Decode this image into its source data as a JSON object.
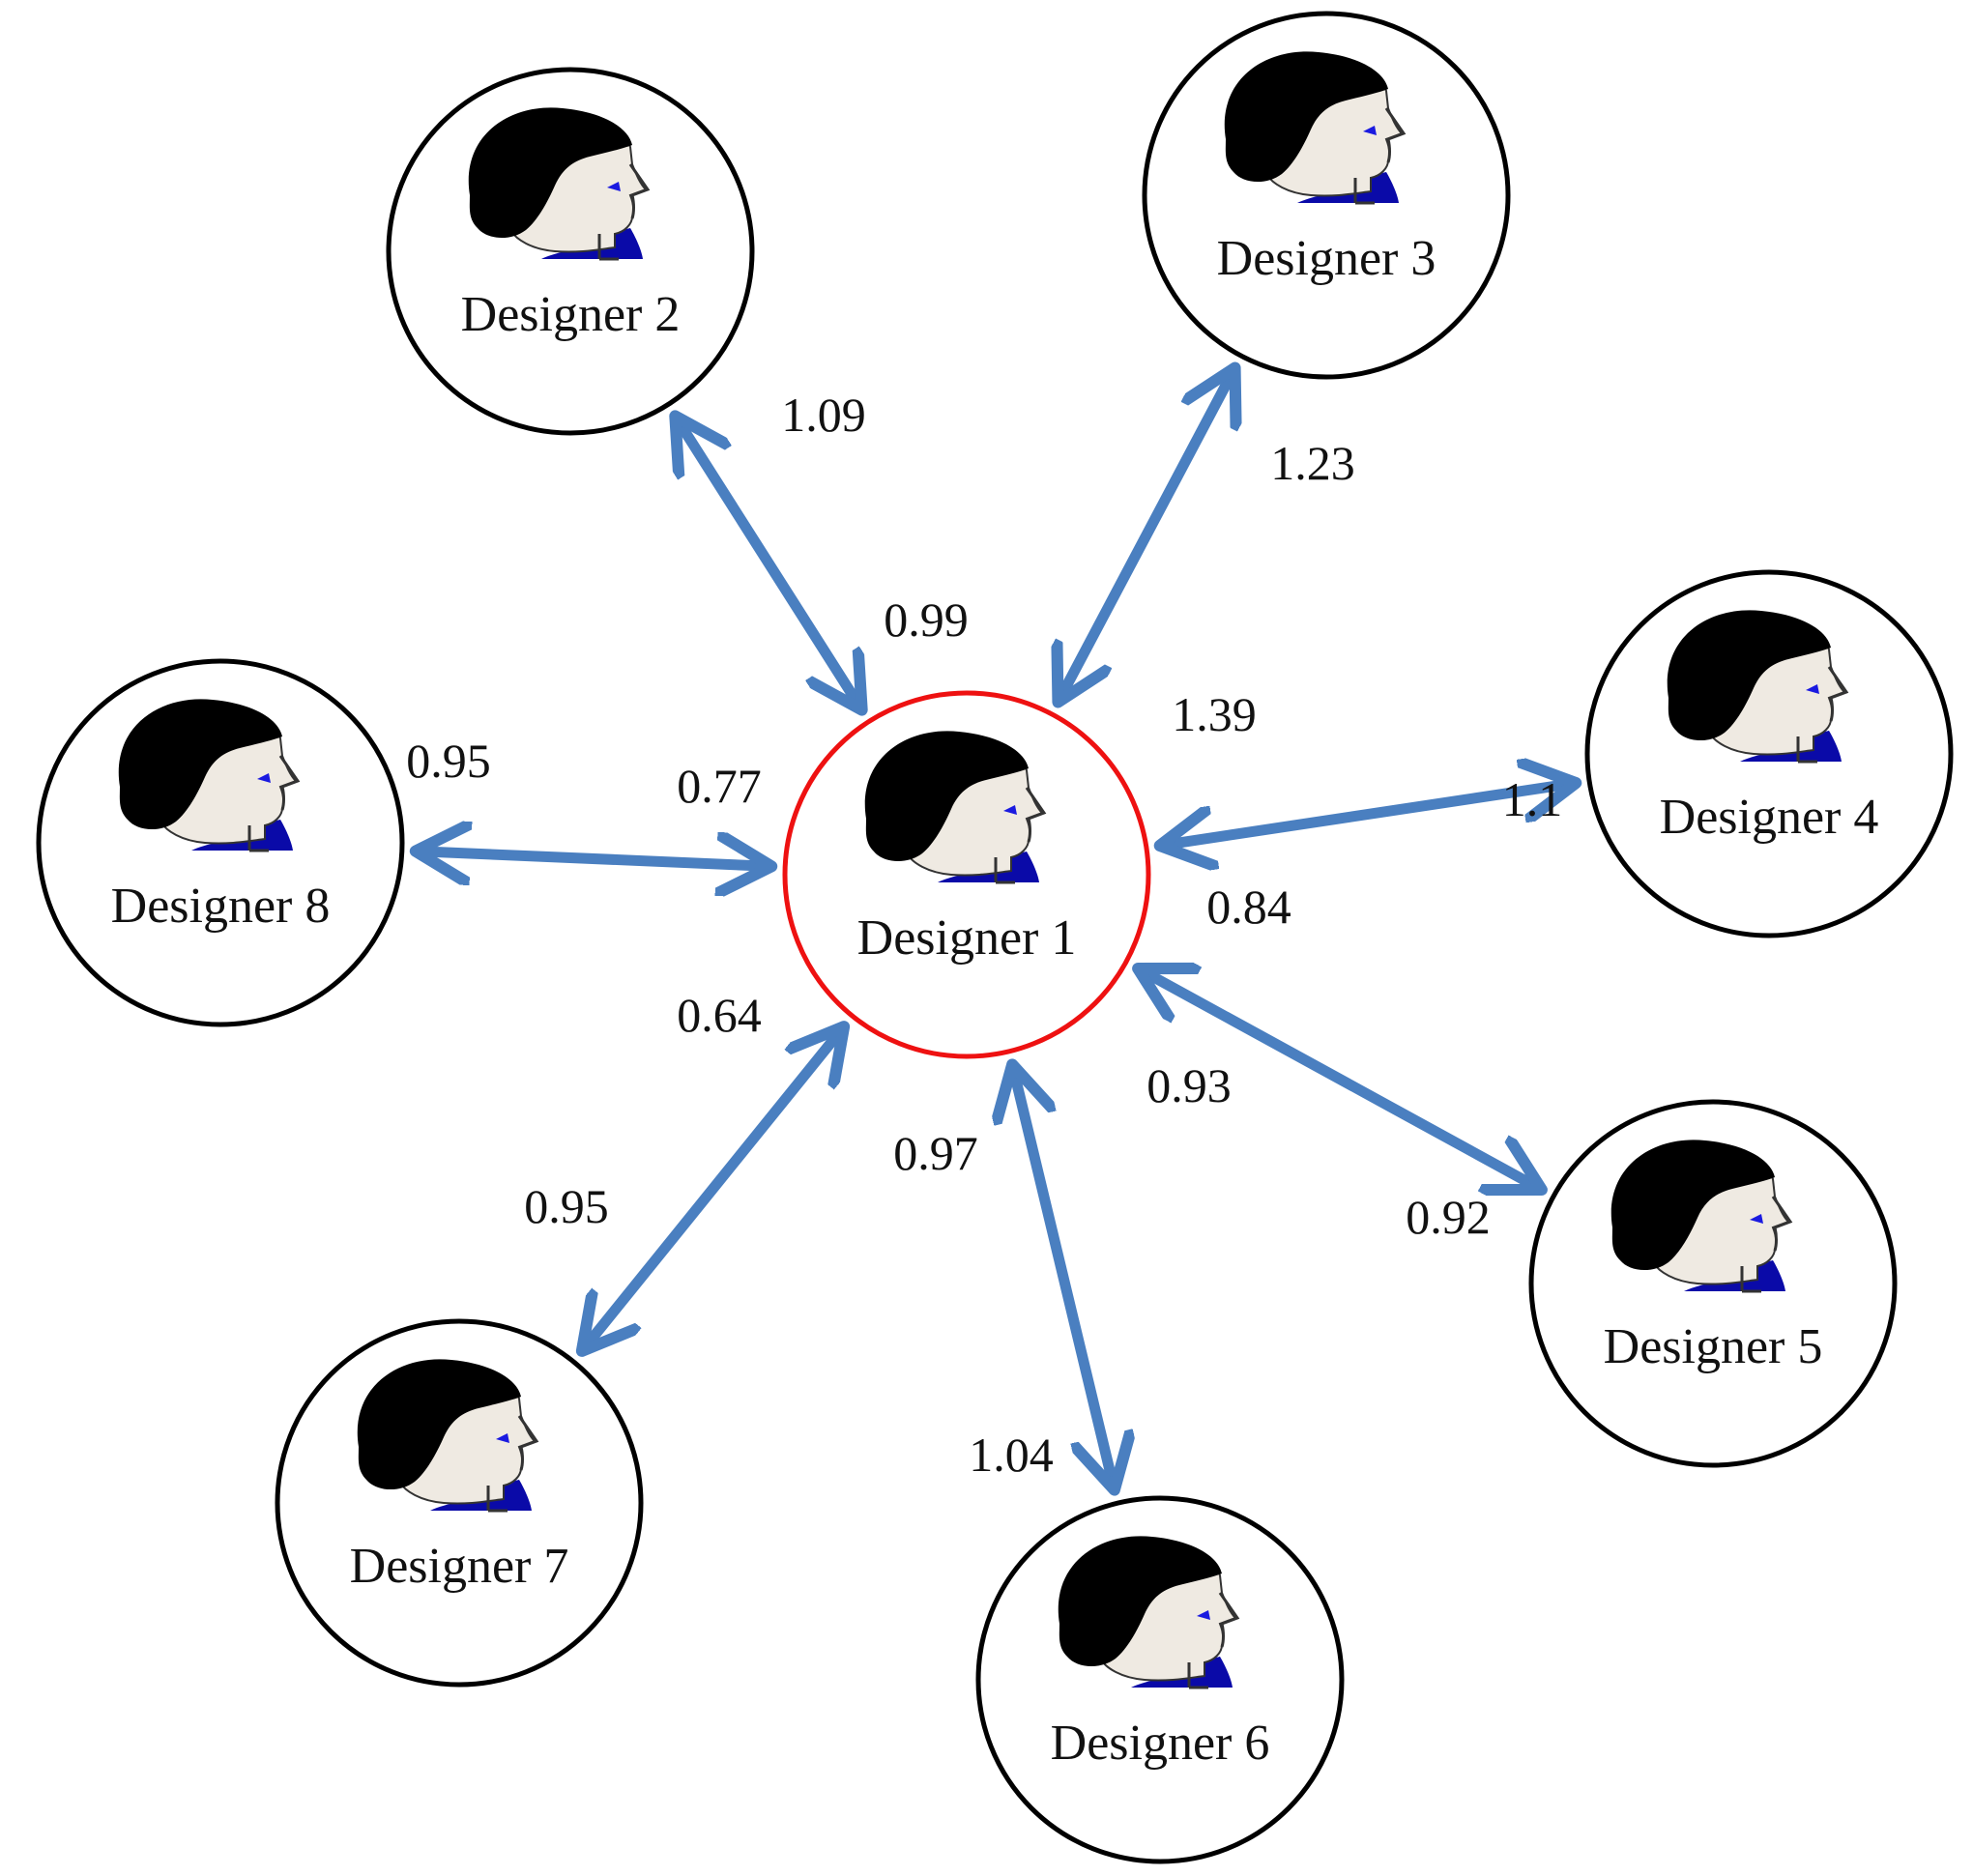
{
  "colors": {
    "arrow": "#4a7fc0",
    "center_outline": "#ee1111",
    "node_outline": "#000000",
    "hair": "#000000",
    "face": "#efeae2",
    "shirt": "#0a0aa8",
    "eye": "#1a1ae0"
  },
  "icon": "designer-head-icon",
  "nodes": [
    {
      "id": "d1",
      "label": "Designer 1",
      "center": true
    },
    {
      "id": "d2",
      "label": "Designer 2"
    },
    {
      "id": "d3",
      "label": "Designer 3"
    },
    {
      "id": "d4",
      "label": "Designer 4"
    },
    {
      "id": "d5",
      "label": "Designer 5"
    },
    {
      "id": "d6",
      "label": "Designer 6"
    },
    {
      "id": "d7",
      "label": "Designer 7"
    },
    {
      "id": "d8",
      "label": "Designer 8"
    }
  ],
  "edges": [
    {
      "from": "d1",
      "to": "d2",
      "value_near_designer1": "0.99",
      "value_near_other": "1.09"
    },
    {
      "from": "d1",
      "to": "d3",
      "value_near_designer1": "1.39",
      "value_near_other": "1.23"
    },
    {
      "from": "d1",
      "to": "d4",
      "value_near_designer1": "0.84",
      "value_near_other": "1.1"
    },
    {
      "from": "d1",
      "to": "d5",
      "value_near_designer1": "0.93",
      "value_near_other": "0.92"
    },
    {
      "from": "d1",
      "to": "d6",
      "value_near_designer1": "0.97",
      "value_near_other": "1.04"
    },
    {
      "from": "d1",
      "to": "d7",
      "value_near_designer1": "0.64",
      "value_near_other": "0.95"
    },
    {
      "from": "d1",
      "to": "d8",
      "value_near_designer1": "0.77",
      "value_near_other": "0.95"
    }
  ]
}
